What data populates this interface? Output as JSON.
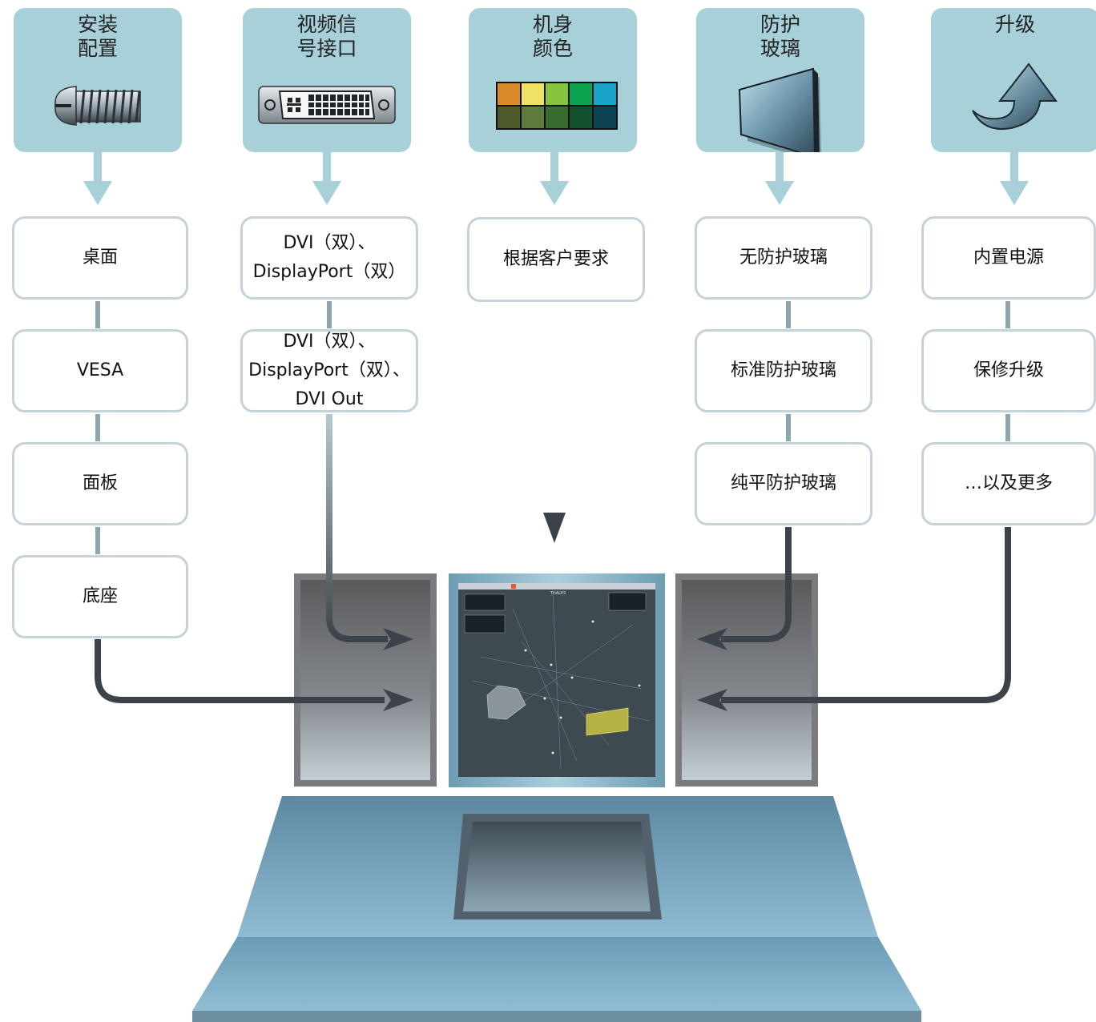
{
  "columns": [
    {
      "header": "安装\n配置",
      "icon": "screw-icon",
      "options": [
        "桌面",
        "VESA",
        "面板",
        "底座"
      ]
    },
    {
      "header": "视频信\n号接口",
      "icon": "dvi-connector-icon",
      "options": [
        "DVI（双）、\nDisplayPort（双）",
        "DVI（双）、\nDisplayPort（双）、\nDVI Out"
      ]
    },
    {
      "header": "机身\n颜色",
      "icon": "color-swatch-icon",
      "options": [
        "根据客户要求"
      ]
    },
    {
      "header": "防护\n玻璃",
      "icon": "glass-panel-icon",
      "options": [
        "无防护玻璃",
        "标准防护玻璃",
        "纯平防护玻璃"
      ]
    },
    {
      "header": "升级",
      "icon": "upgrade-arrow-icon",
      "options": [
        "内置电源",
        "保修升级",
        "…以及更多"
      ]
    }
  ],
  "screen": {
    "title": "THALES"
  },
  "colors": {
    "header_bg": "#a7d0d8",
    "box_border": "#c5d2da",
    "connector": "#3b4249",
    "console": "#6f9fb8",
    "swatches_top": [
      "#d98a2a",
      "#efe164",
      "#86c440",
      "#0aa24f",
      "#1aa3c8"
    ],
    "swatches_bottom": [
      "#4e5a2a",
      "#5d7b3a",
      "#386d2f",
      "#12522f",
      "#0b4353"
    ]
  }
}
